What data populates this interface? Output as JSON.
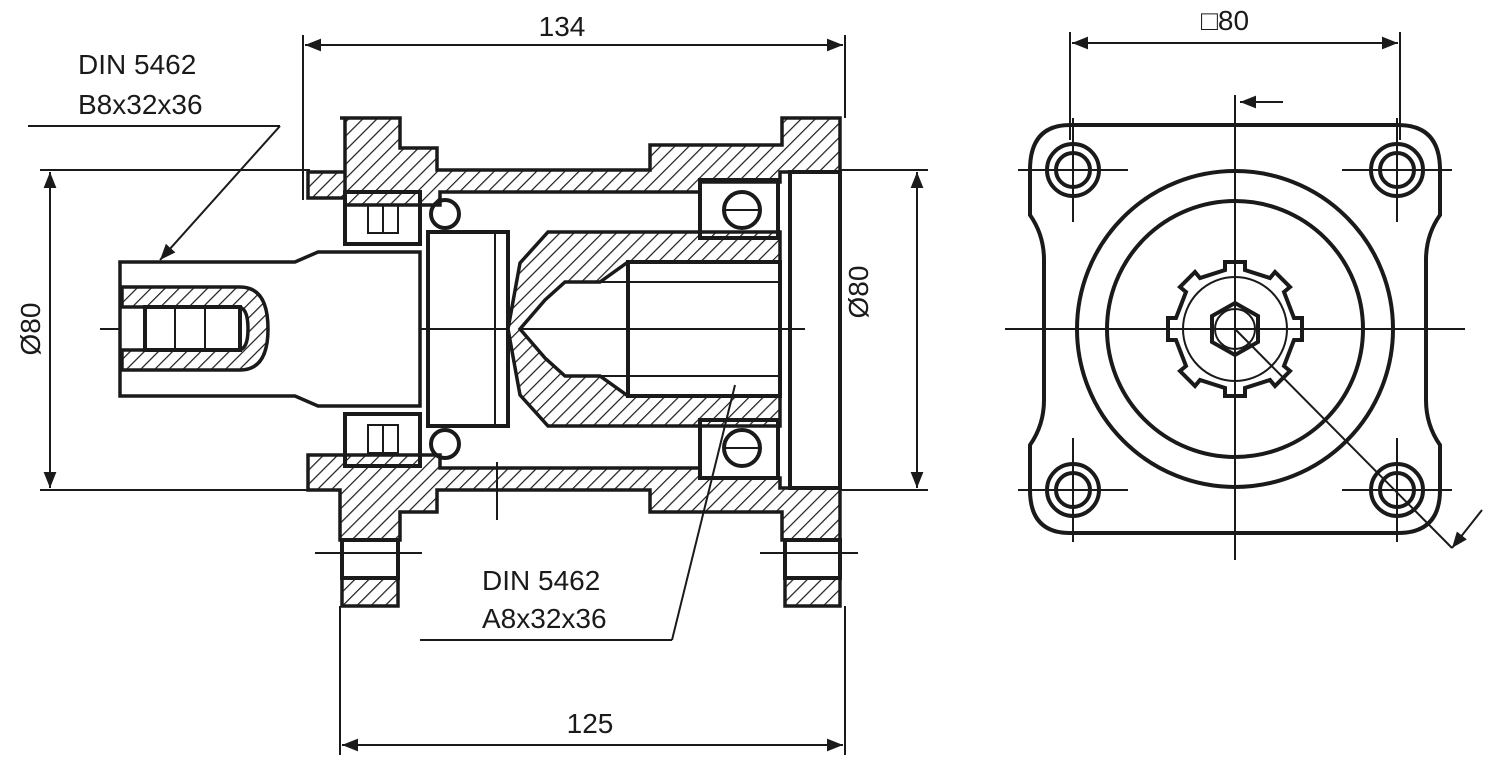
{
  "dimensions": {
    "overall_length": "134",
    "flange_length": "125",
    "diameter_left": "Ø80",
    "diameter_right": "Ø80",
    "square_size": "□80"
  },
  "callouts": {
    "upper": {
      "line1": "DIN 5462",
      "line2": "B8x32x36"
    },
    "lower": {
      "line1": "DIN 5462",
      "line2": "A8x32x36"
    }
  },
  "colors": {
    "ink": "#1a1a1a",
    "paper": "#ffffff"
  }
}
